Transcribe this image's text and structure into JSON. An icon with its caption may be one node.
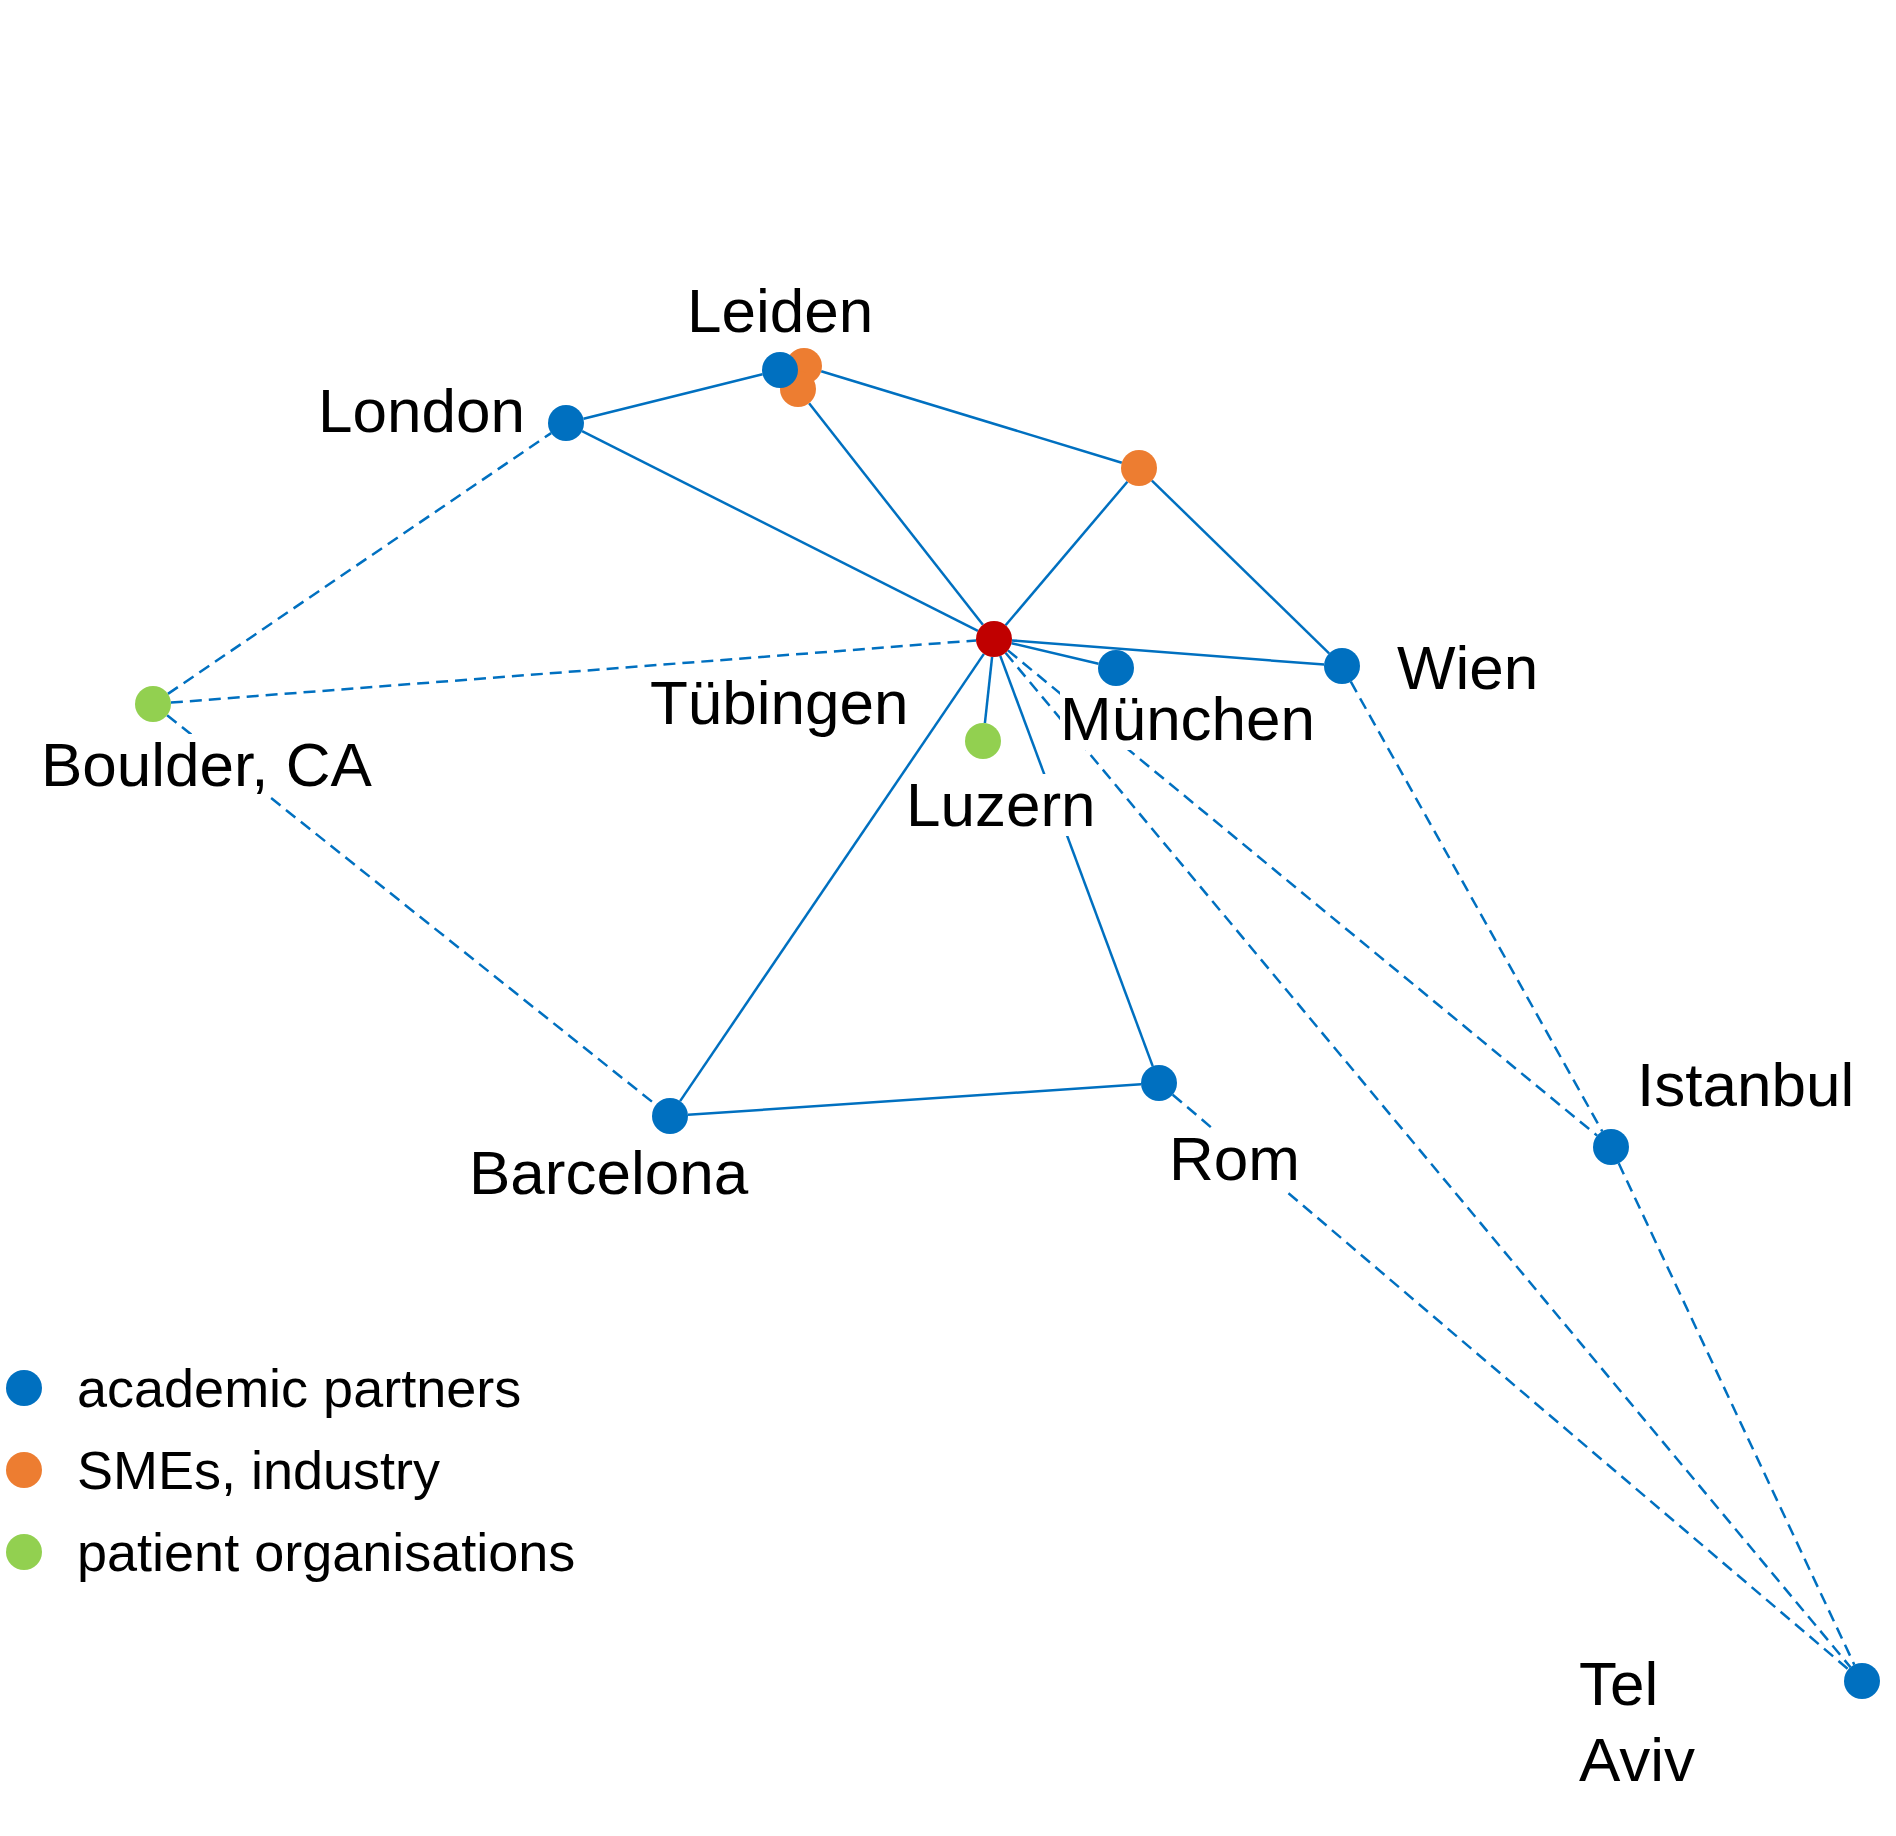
{
  "diagram": {
    "nodes": [
      {
        "text": [],
        "shape": "circle",
        "beside": [
          "Leiden"
        ]
      },
      {
        "text": [],
        "shape": "circle"
      },
      {
        "text": [],
        "shape": "circle"
      },
      {
        "text": [],
        "shape": "circle",
        "beside": [
          "London"
        ]
      },
      {
        "text": [],
        "shape": "circle"
      },
      {
        "text": [],
        "shape": "circle",
        "beside": [
          "Tübingen"
        ]
      },
      {
        "text": [],
        "shape": "circle",
        "beside": [
          "Wien"
        ]
      },
      {
        "text": [],
        "shape": "circle",
        "beside": [
          "München"
        ]
      },
      {
        "text": [],
        "shape": "circle",
        "beside": [
          "Boulder, CA"
        ]
      },
      {
        "text": [],
        "shape": "circle",
        "beside": [
          "Luzern"
        ]
      },
      {
        "text": [],
        "shape": "circle",
        "beside": [
          "Rom"
        ]
      },
      {
        "text": [],
        "shape": "circle",
        "beside": [
          "Barcelona"
        ]
      },
      {
        "text": [],
        "shape": "circle",
        "beside": [
          "Istanbul"
        ]
      },
      {
        "text": [],
        "shape": "circle",
        "beside": [
          "Tel Aviv"
        ]
      }
    ],
    "edges": [
      {
        "from": 3,
        "to": 0,
        "arrow": "none"
      },
      {
        "from": 1,
        "to": 4,
        "arrow": "none"
      },
      {
        "from": 3,
        "to": 5,
        "arrow": "none"
      },
      {
        "from": 2,
        "to": 5,
        "arrow": "none"
      },
      {
        "from": 4,
        "to": 5,
        "arrow": "none"
      },
      {
        "from": 4,
        "to": 6,
        "arrow": "none"
      },
      {
        "from": 5,
        "to": 6,
        "arrow": "none"
      },
      {
        "from": 5,
        "to": 7,
        "arrow": "none"
      },
      {
        "from": 5,
        "to": 9,
        "arrow": "none"
      },
      {
        "from": 5,
        "to": 11,
        "arrow": "none"
      },
      {
        "from": 5,
        "to": 10,
        "arrow": "none"
      },
      {
        "from": 11,
        "to": 10,
        "arrow": "none"
      },
      {
        "from": 8,
        "to": 3,
        "arrow": "none",
        "style": "dashed"
      },
      {
        "from": 8,
        "to": 5,
        "arrow": "none",
        "style": "dashed"
      },
      {
        "from": 8,
        "to": 11,
        "arrow": "none",
        "style": "dashed"
      },
      {
        "from": 5,
        "to": 12,
        "arrow": "none",
        "style": "dashed"
      },
      {
        "from": 5,
        "to": 13,
        "arrow": "none",
        "style": "dashed"
      },
      {
        "from": 6,
        "to": 12,
        "arrow": "none",
        "style": "dashed"
      },
      {
        "from": 12,
        "to": 13,
        "arrow": "none",
        "style": "dashed"
      },
      {
        "from": 10,
        "to": 13,
        "arrow": "none",
        "style": "dashed"
      }
    ],
    "legend": [
      {
        "text": "academic partners",
        "color": "#0070c0"
      },
      {
        "text": "SMEs, industry",
        "color": "#ed7d31"
      },
      {
        "text": "patient organisations",
        "color": "#92d050"
      }
    ]
  }
}
